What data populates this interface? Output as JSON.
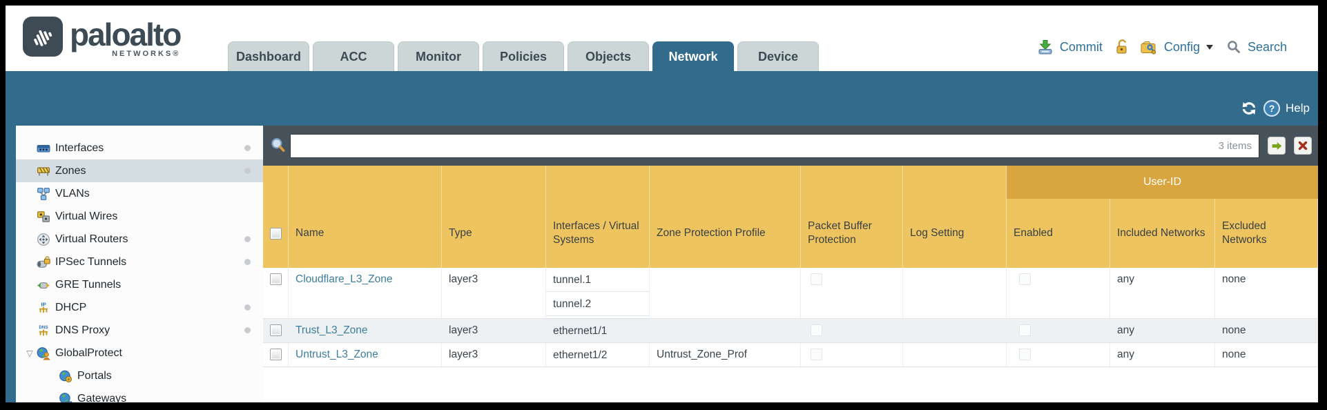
{
  "brand": {
    "name": "paloalto",
    "sub": "NETWORKS®",
    "logo_icon": "paloalto-logo-icon"
  },
  "tabs": [
    {
      "label": "Dashboard",
      "active": false
    },
    {
      "label": "ACC",
      "active": false
    },
    {
      "label": "Monitor",
      "active": false
    },
    {
      "label": "Policies",
      "active": false
    },
    {
      "label": "Objects",
      "active": false
    },
    {
      "label": "Network",
      "active": true
    },
    {
      "label": "Device",
      "active": false
    }
  ],
  "actions": {
    "commit_label": "Commit",
    "commit_icon": "commit-icon",
    "lock_icon": "lock-open-icon",
    "config_label": "Config",
    "config_icon": "config-icon",
    "config_caret_icon": "chevron-down-icon",
    "search_label": "Search",
    "search_icon": "search-icon"
  },
  "banner": {
    "refresh_icon": "refresh-icon",
    "help_icon": "help-icon",
    "help_label": "Help"
  },
  "sidebar": {
    "items": [
      {
        "label": "Interfaces",
        "icon": "interfaces-icon",
        "dot": true,
        "selected": false,
        "child": false,
        "expanded": false
      },
      {
        "label": "Zones",
        "icon": "zones-icon",
        "dot": true,
        "selected": true,
        "child": false,
        "expanded": false
      },
      {
        "label": "VLANs",
        "icon": "vlans-icon",
        "dot": false,
        "selected": false,
        "child": false,
        "expanded": false
      },
      {
        "label": "Virtual Wires",
        "icon": "virtual-wires-icon",
        "dot": false,
        "selected": false,
        "child": false,
        "expanded": false
      },
      {
        "label": "Virtual Routers",
        "icon": "virtual-routers-icon",
        "dot": true,
        "selected": false,
        "child": false,
        "expanded": false
      },
      {
        "label": "IPSec Tunnels",
        "icon": "ipsec-tunnels-icon",
        "dot": true,
        "selected": false,
        "child": false,
        "expanded": false
      },
      {
        "label": "GRE Tunnels",
        "icon": "gre-tunnels-icon",
        "dot": false,
        "selected": false,
        "child": false,
        "expanded": false
      },
      {
        "label": "DHCP",
        "icon": "dhcp-icon",
        "dot": true,
        "selected": false,
        "child": false,
        "expanded": false
      },
      {
        "label": "DNS Proxy",
        "icon": "dns-proxy-icon",
        "dot": true,
        "selected": false,
        "child": false,
        "expanded": false
      },
      {
        "label": "GlobalProtect",
        "icon": "globalprotect-icon",
        "dot": false,
        "selected": false,
        "child": false,
        "expanded": true
      },
      {
        "label": "Portals",
        "icon": "portals-icon",
        "dot": false,
        "selected": false,
        "child": true,
        "expanded": false
      },
      {
        "label": "Gateways",
        "icon": "gateways-icon",
        "dot": false,
        "selected": false,
        "child": true,
        "expanded": false
      }
    ]
  },
  "toolbar": {
    "filter_value": "",
    "count": "3 items",
    "filter_icon": "search-icon",
    "apply_icon": "arrow-right-icon",
    "clear_icon": "close-icon"
  },
  "table": {
    "group_header": "User-ID",
    "columns": [
      "Name",
      "Type",
      "Interfaces / Virtual Systems",
      "Zone Protection Profile",
      "Packet Buffer Protection",
      "Log Setting",
      "Enabled",
      "Included Networks",
      "Excluded Networks"
    ],
    "rows": [
      {
        "checked": false,
        "name": "Cloudflare_L3_Zone",
        "type": "layer3",
        "interfaces": [
          "tunnel.1",
          "tunnel.2"
        ],
        "zone_protection_profile": "",
        "packet_buffer_protection": false,
        "log_setting": "",
        "user_id_enabled": false,
        "included_networks": "any",
        "excluded_networks": "none",
        "shaded": false
      },
      {
        "checked": false,
        "name": "Trust_L3_Zone",
        "type": "layer3",
        "interfaces": [
          "ethernet1/1"
        ],
        "zone_protection_profile": "",
        "packet_buffer_protection": false,
        "log_setting": "",
        "user_id_enabled": false,
        "included_networks": "any",
        "excluded_networks": "none",
        "shaded": true
      },
      {
        "checked": false,
        "name": "Untrust_L3_Zone",
        "type": "layer3",
        "interfaces": [
          "ethernet1/2"
        ],
        "zone_protection_profile": "Untrust_Zone_Prof",
        "packet_buffer_protection": false,
        "log_setting": "",
        "user_id_enabled": false,
        "included_networks": "any",
        "excluded_networks": "none",
        "shaded": false
      }
    ]
  },
  "colors": {
    "teal": "#336b8d",
    "toolbar_gray": "#47525a",
    "header_amber": "#edc45f",
    "group_amber": "#d9a53e",
    "tab_inactive": "#ccd6d6",
    "link_blue": "#3d7d9e",
    "selected_row": "#d4dde2"
  }
}
